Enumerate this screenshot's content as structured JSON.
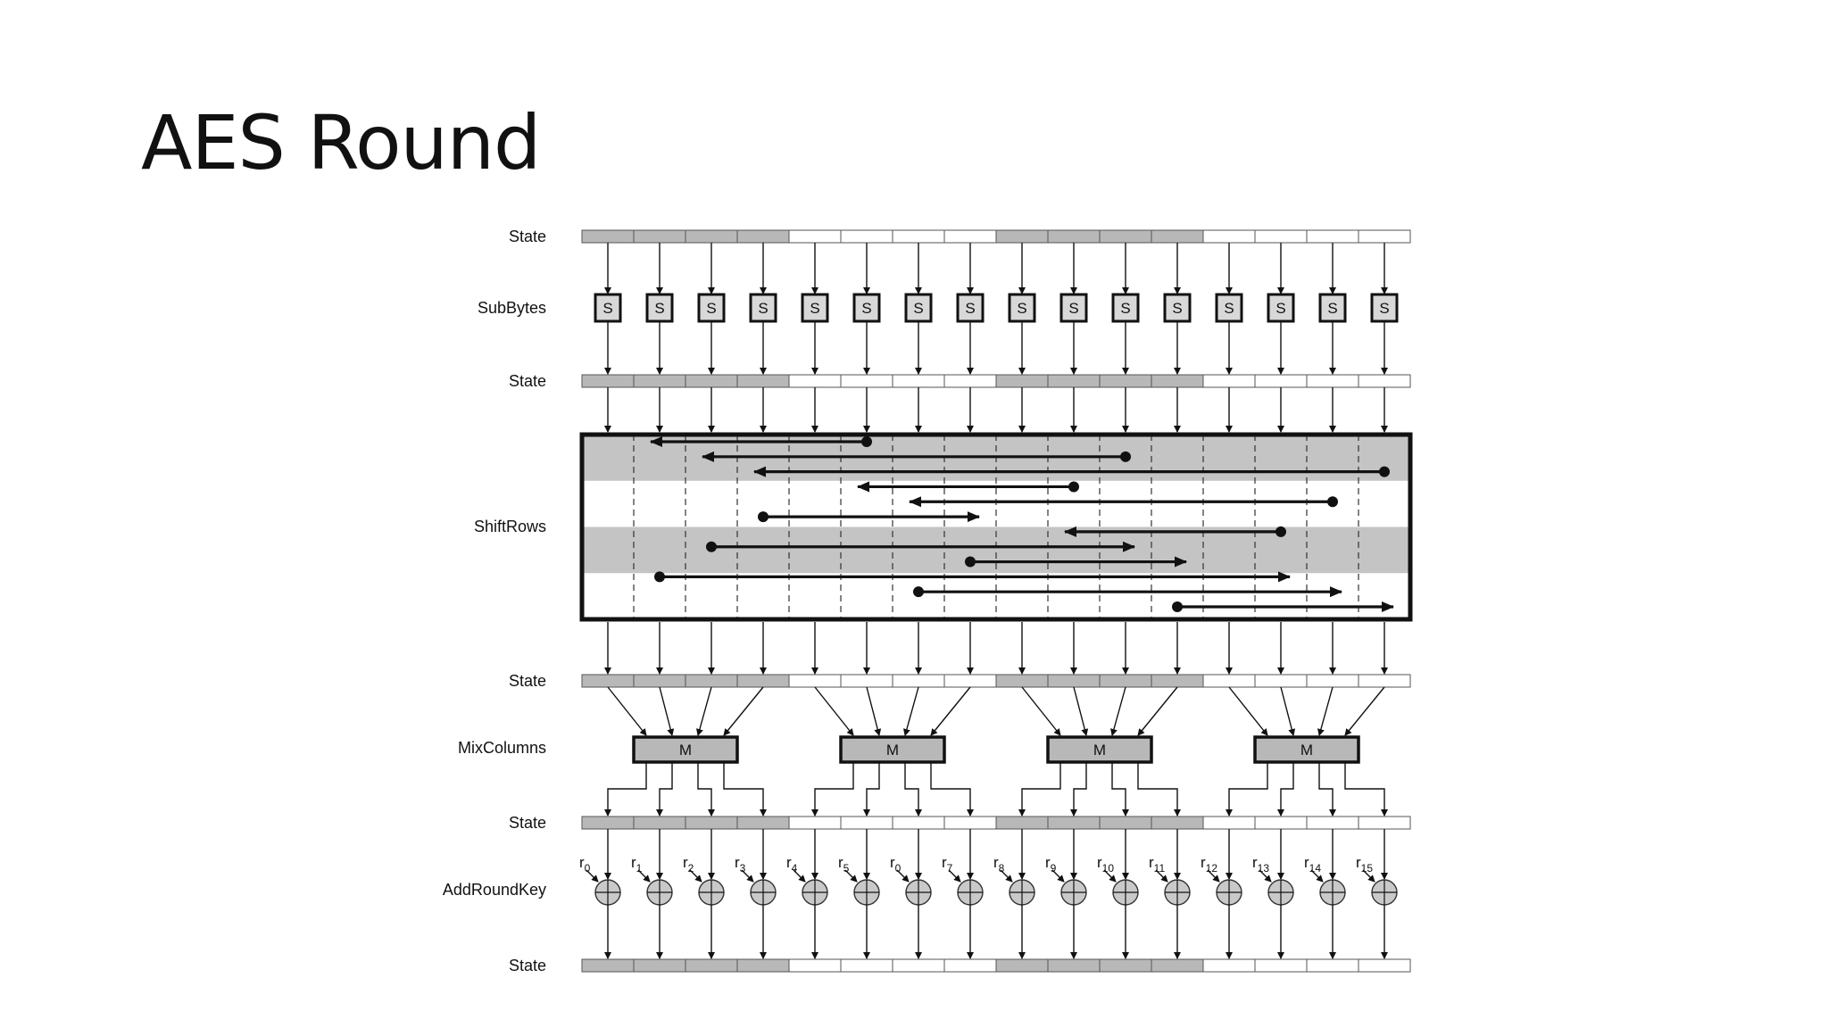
{
  "slide": {
    "title": "AES Round"
  },
  "diagram": {
    "row_labels": {
      "state": "State",
      "subbytes": "SubBytes",
      "shiftrows": "ShiftRows",
      "mixcolumns": "MixColumns",
      "addroundkey": "AddRoundKey"
    },
    "sbox_label": "S",
    "mix_label": "M",
    "round_key_prefix": "r",
    "round_key_subscripts": [
      "0",
      "1",
      "2",
      "3",
      "4",
      "5",
      "0",
      "7",
      "8",
      "9",
      "10",
      "11",
      "12",
      "13",
      "14",
      "15"
    ],
    "shiftrows_moves": [
      {
        "from": 5,
        "to": 1
      },
      {
        "from": 10,
        "to": 2
      },
      {
        "from": 15,
        "to": 3
      },
      {
        "from": 9,
        "to": 5
      },
      {
        "from": 14,
        "to": 6
      },
      {
        "from": 3,
        "to": 7
      },
      {
        "from": 13,
        "to": 9
      },
      {
        "from": 2,
        "to": 10
      },
      {
        "from": 7,
        "to": 11
      },
      {
        "from": 1,
        "to": 13
      },
      {
        "from": 6,
        "to": 14
      },
      {
        "from": 11,
        "to": 15
      }
    ],
    "colors": {
      "cell_shaded": "#b8b8b8",
      "cell_plain": "#ffffff",
      "sbox_fill": "#d8d8d8",
      "mix_fill": "#b8b8b8",
      "band_fill": "#c4c4c4",
      "xor_fill": "#c9c9c9",
      "line": "#111111"
    }
  }
}
